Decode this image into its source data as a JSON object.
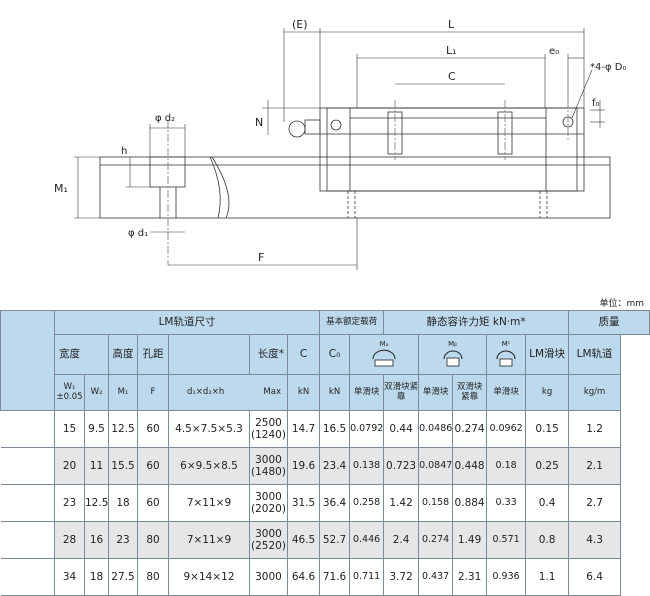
{
  "drawing": {
    "labels": {
      "E": "(E)",
      "L": "L",
      "L1": "L₁",
      "C": "C",
      "e0": "e₀",
      "D0": "*4-φ D₀",
      "f0": "f₀",
      "N": "N",
      "d2": "φ d₂",
      "h": "h",
      "M1": "M₁",
      "d1": "φ d₁",
      "F": "F"
    }
  },
  "unit_label": "单位：mm",
  "headers": {
    "group_rail": "LM轨道尺寸",
    "group_load": "基本额定载荷",
    "group_moment": "静态容许力矩  kN·m*",
    "group_mass": "质量",
    "width": "宽度",
    "height": "高度",
    "pitch": "孔距",
    "length": "长度*",
    "c": "C",
    "c0": "C₀",
    "ma": "Mₐ",
    "mb": "Mᵦ",
    "mc": "Mᶜ",
    "lm_block": "LM滑块",
    "lm_rail": "LM轨道",
    "w1": "W₁",
    "w1_tol": "±0.05",
    "w2": "W₂",
    "m1": "M₁",
    "f": "F",
    "dxdxh": "d₁×d₂×h",
    "max": "Max",
    "kn1": "kN",
    "kn2": "kN",
    "single": "单滑块",
    "double": "双滑块紧靠",
    "kg": "kg",
    "kgm": "kg/m"
  },
  "rows": [
    {
      "w1": "15",
      "w2": "9.5",
      "m1": "12.5",
      "f": "60",
      "dim": "4.5×7.5×5.3",
      "len": "2500",
      "len2": "(1240)",
      "c": "14.7",
      "c0": "16.5",
      "ma1": "0.0792",
      "ma2": "0.44",
      "mb1": "0.0486",
      "mb2": "0.274",
      "mc": "0.0962",
      "blk": "0.15",
      "rail": "1.2"
    },
    {
      "w1": "20",
      "w2": "11",
      "m1": "15.5",
      "f": "60",
      "dim": "6×9.5×8.5",
      "len": "3000",
      "len2": "(1480)",
      "c": "19.6",
      "c0": "23.4",
      "ma1": "0.138",
      "ma2": "0.723",
      "mb1": "0.0847",
      "mb2": "0.448",
      "mc": "0.18",
      "blk": "0.25",
      "rail": "2.1"
    },
    {
      "w1": "23",
      "w2": "12.5",
      "m1": "18",
      "f": "60",
      "dim": "7×11×9",
      "len": "3000",
      "len2": "(2020)",
      "c": "31.5",
      "c0": "36.4",
      "ma1": "0.258",
      "ma2": "1.42",
      "mb1": "0.158",
      "mb2": "0.884",
      "mc": "0.33",
      "blk": "0.4",
      "rail": "2.7"
    },
    {
      "w1": "28",
      "w2": "16",
      "m1": "23",
      "f": "80",
      "dim": "7×11×9",
      "len": "3000",
      "len2": "(2520)",
      "c": "46.5",
      "c0": "52.7",
      "ma1": "0.446",
      "ma2": "2.4",
      "mb1": "0.274",
      "mb2": "1.49",
      "mc": "0.571",
      "blk": "0.8",
      "rail": "4.3"
    },
    {
      "w1": "34",
      "w2": "18",
      "m1": "27.5",
      "f": "80",
      "dim": "9×14×12",
      "len": "3000",
      "len2": "",
      "c": "64.6",
      "c0": "71.6",
      "ma1": "0.711",
      "ma2": "3.72",
      "mb1": "0.437",
      "mb2": "2.31",
      "mc": "0.936",
      "blk": "1.1",
      "rail": "6.4"
    }
  ]
}
